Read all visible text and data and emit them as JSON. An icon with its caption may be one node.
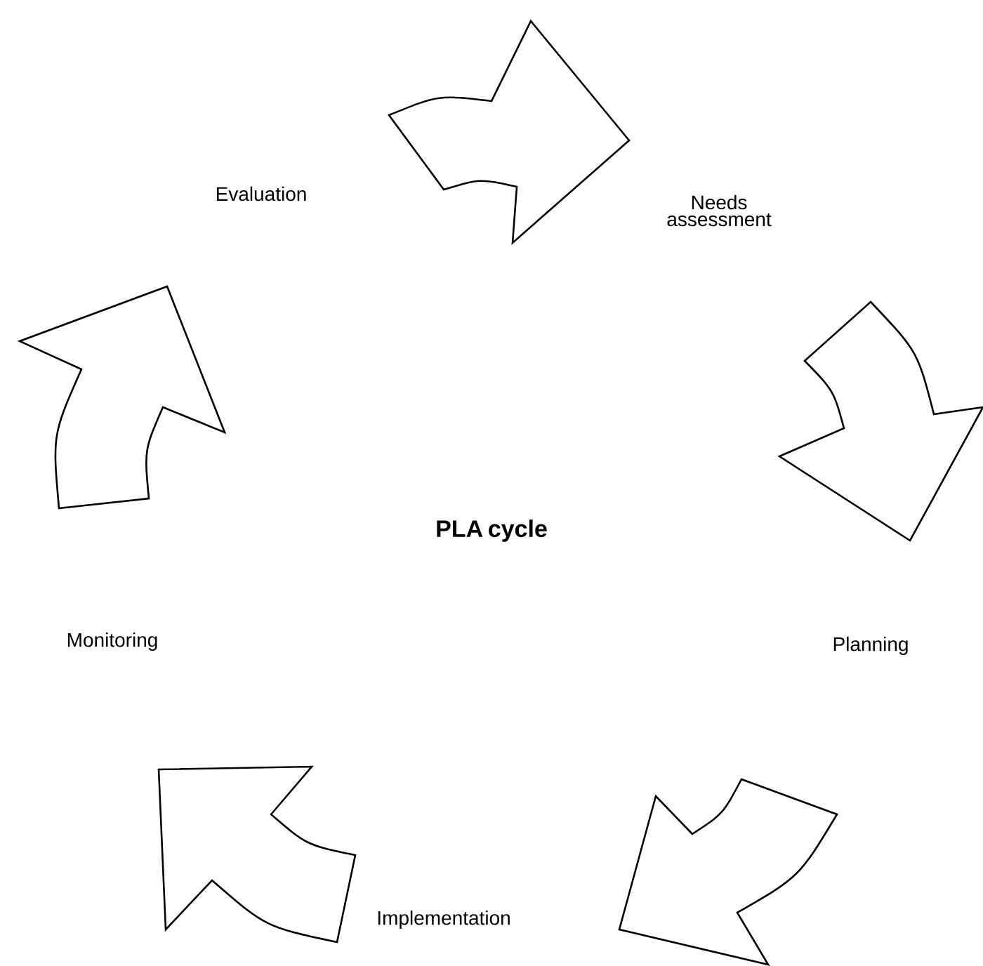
{
  "diagram": {
    "nodes": [
      {
        "text": [
          "Evaluation"
        ]
      },
      {
        "text": [
          "Needs assessment"
        ]
      },
      {
        "text": [
          "PLA cycle"
        ]
      },
      {
        "text": [
          "Monitoring"
        ]
      },
      {
        "text": [
          "Planning"
        ]
      },
      {
        "text": [
          "Implementation"
        ]
      }
    ],
    "edges": [
      {
        "from": 0,
        "to": 1,
        "arrow": "to"
      },
      {
        "from": 1,
        "to": 4,
        "arrow": "to"
      },
      {
        "from": 4,
        "to": 5,
        "arrow": "to"
      },
      {
        "from": 5,
        "to": 3,
        "arrow": "to"
      },
      {
        "from": 3,
        "to": 0,
        "arrow": "to"
      }
    ]
  }
}
